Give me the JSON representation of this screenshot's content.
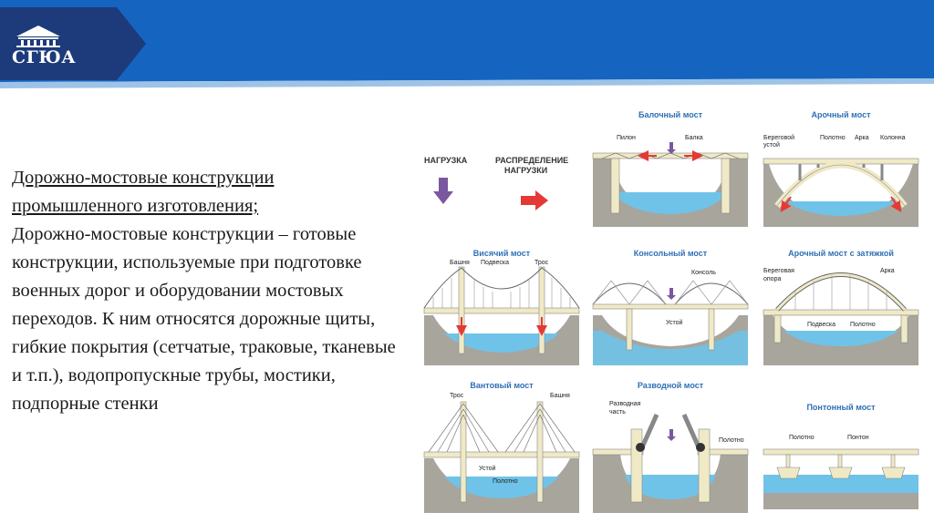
{
  "header": {
    "logo_text": "СГЮА",
    "colors": {
      "banner": "#1565c0",
      "logo_bg": "#1d3a7a",
      "stripe": "#9ec3e6"
    }
  },
  "body": {
    "line1": "Дорожно-мостовые конструкции",
    "line2": "промышленного изготовления;",
    "paragraph": "Дорожно-мостовые  конструкции – готовые конструкции, используемые при подготовке военных дорог и оборудовании мостовых переходов. К ним относятся дорожные щиты, гибкие покрытия (сетчатые, траковые, тканевые и т.п.), водопропускные трубы, мостики, подпорные стенки"
  },
  "figure": {
    "legend": {
      "load": "НАГРУЗКА",
      "distribution_1": "РАСПРЕДЕЛЕНИЕ",
      "distribution_2": "НАГРУЗКИ"
    },
    "panels": {
      "beam": {
        "title": "Балочный мост",
        "labels": [
          "Пилон",
          "Балка"
        ]
      },
      "arch": {
        "title": "Арочный мост",
        "labels": [
          "Береговой",
          "устой",
          "Полотно",
          "Арка",
          "Колонна"
        ]
      },
      "suspension": {
        "title": "Висячий мост",
        "labels": [
          "Башня",
          "Подвеска",
          "Трос"
        ]
      },
      "cantilever": {
        "title": "Консольный мост",
        "labels": [
          "Консоль",
          "Устой"
        ]
      },
      "tied_arch": {
        "title": "Арочный мост с затяжкой",
        "labels": [
          "Береговая",
          "опора",
          "Арка",
          "Подвеска",
          "Полотно"
        ]
      },
      "cable_stayed": {
        "title": "Вантовый мост",
        "labels": [
          "Трос",
          "Башня",
          "Устой",
          "Полотно"
        ]
      },
      "drawbridge": {
        "title": "Разводной мост",
        "labels": [
          "Разводная",
          "часть",
          "Полотно"
        ]
      },
      "pontoon": {
        "title": "Понтонный мост",
        "labels": [
          "Полотно",
          "Понтон"
        ]
      }
    },
    "colors": {
      "title": "#2f6fb5",
      "ground": "#a8a59d",
      "water": "#6fc3e8",
      "deck": "#efe9c6",
      "load": "#7b57a0",
      "force": "#e53935"
    }
  }
}
